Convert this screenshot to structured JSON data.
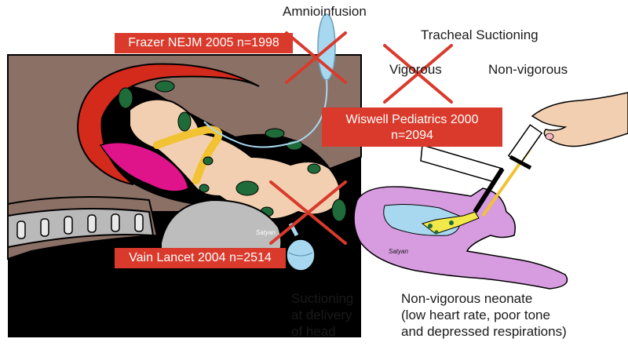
{
  "labels": {
    "amnioinfusion": "Amnioinfusion",
    "tracheal_suctioning": "Tracheal Suctioning",
    "vigorous": "Vigorous",
    "non_vigorous": "Non-vigorous",
    "suctioning_at_delivery": [
      "Suctioning",
      "at delivery",
      "of head"
    ],
    "neonate_caption": [
      "Non-vigorous neonate",
      "(low heart rate, poor tone",
      "and depressed respirations)"
    ]
  },
  "studies": {
    "frazer": "Frazer NEJM 2005 n=1998",
    "wiswell": [
      "Wiswell Pediatrics 2000",
      "n=2094"
    ],
    "vain": "Vain Lancet 2004 n=2514"
  },
  "signatures": [
    "Satyan",
    "Satyan"
  ],
  "colors": {
    "study_badge": "#d93a2b",
    "cross_out": "#d93a2b",
    "uterus_wall": "#8b7066",
    "membrane": "#d42a1c",
    "fetus_skin": "#f1cfb0",
    "meconium": "#1f6b3a",
    "placenta": "#e0148a",
    "umbilical_cord": "#f1c232",
    "neonate_skin": "#d79be0",
    "airway": "#a8d8f0"
  }
}
